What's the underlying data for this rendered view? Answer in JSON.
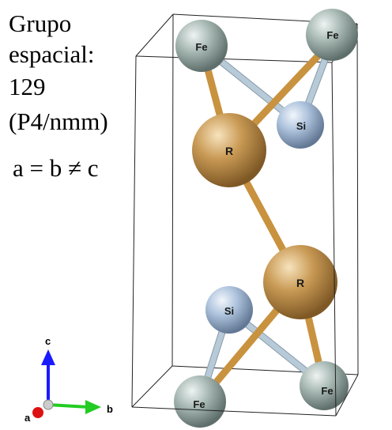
{
  "caption": {
    "line1": "Grupo",
    "line2": "espacial:",
    "line3": "129",
    "line4": "(P4/nmm)",
    "line5": "a = b ≠ c"
  },
  "atoms": {
    "fe_top_left": "Fe",
    "fe_top_right": "Fe",
    "si_top": "Si",
    "r_upper": "R",
    "r_lower": "R",
    "si_bottom": "Si",
    "fe_bottom_right": "Fe",
    "fe_bottom_left": "Fe"
  },
  "axes": {
    "c": "c",
    "b": "b",
    "a": "a"
  },
  "colors": {
    "fe": "#a9bab5",
    "si": "#aec3dd",
    "r": "#c99a55",
    "bond_light": "#b7cad8",
    "bond_gold": "#c9923f",
    "axis_c": "#1a1aff",
    "axis_b": "#22cc22",
    "axis_a": "#dd1111"
  }
}
